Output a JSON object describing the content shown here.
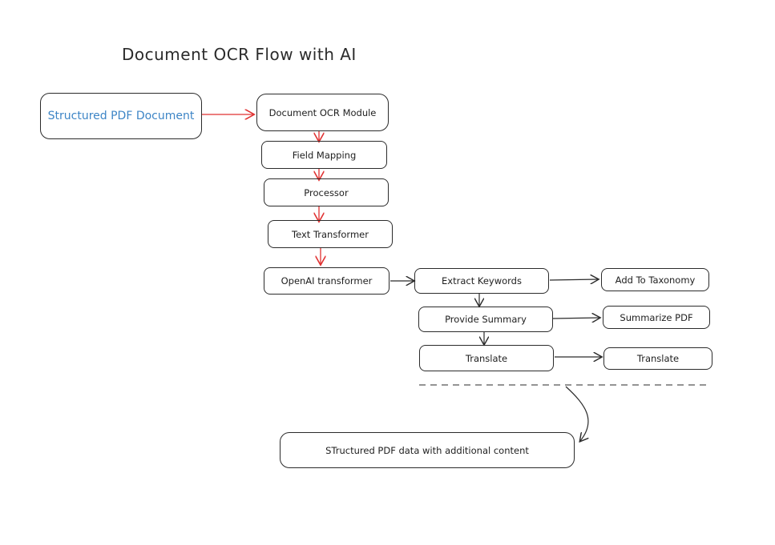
{
  "title": "Document OCR Flow with AI",
  "colors": {
    "ink": "#1e1e1e",
    "pipeline_arrow": "#e03131",
    "source_text": "#3d85c6"
  },
  "nodes": {
    "source": "Structured PDF Document",
    "ocr": "Document OCR Module",
    "field_mapping": "Field Mapping",
    "processor": "Processor",
    "text_transformer": "Text Transformer",
    "openai": "OpenAI transformer",
    "extract_keywords": "Extract Keywords",
    "provide_summary": "Provide Summary",
    "translate_task": "Translate",
    "add_taxonomy": "Add To Taxonomy",
    "summarize_pdf": "Summarize PDF",
    "translate_out": "Translate",
    "output": "STructured PDF data with additional content"
  }
}
